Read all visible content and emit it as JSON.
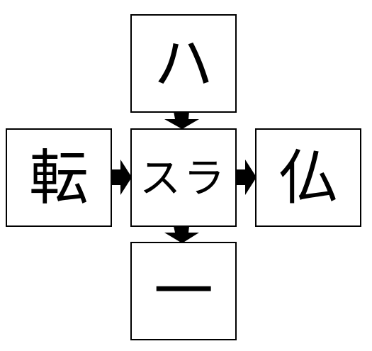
{
  "diagram": {
    "top": "ハ",
    "left": "転",
    "center": "スラ",
    "right": "仏",
    "bottom": "一"
  },
  "colors": {
    "stroke": "#000000",
    "fill": "#ffffff"
  }
}
